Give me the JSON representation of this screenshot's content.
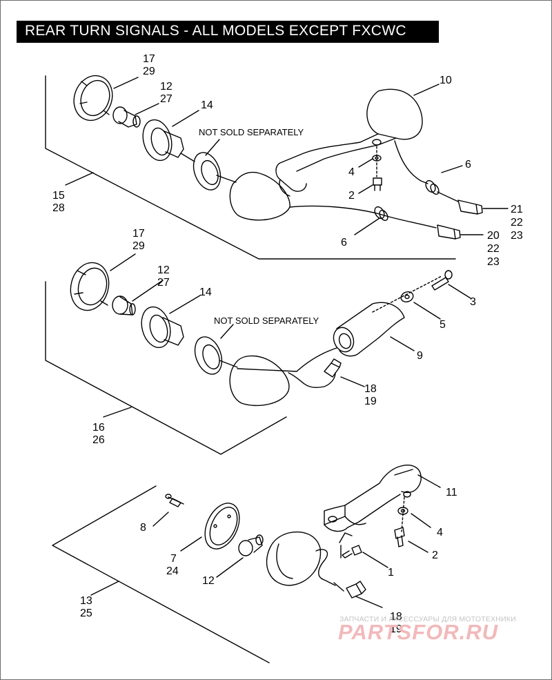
{
  "title": "REAR TURN SIGNALS - ALL MODELS EXCEPT FXCWC",
  "notes": {
    "group_a": "NOT SOLD SEPARATELY",
    "group_b": "NOT SOLD SEPARATELY"
  },
  "callouts": {
    "a_17_29": [
      "17",
      "29"
    ],
    "a_12_27": [
      "12",
      "27"
    ],
    "a_14": [
      "14"
    ],
    "a_10": [
      "10"
    ],
    "a_6_top": [
      "6"
    ],
    "a_4": [
      "4"
    ],
    "a_2": [
      "2"
    ],
    "a_21": [
      "21",
      "22",
      "23"
    ],
    "a_20": [
      "20",
      "22",
      "23"
    ],
    "a_6_bottom": [
      "6"
    ],
    "a_15_28": [
      "15",
      "28"
    ],
    "b_17_29": [
      "17",
      "29"
    ],
    "b_12_27": [
      "12",
      "27"
    ],
    "b_14": [
      "14"
    ],
    "b_3": [
      "3"
    ],
    "b_5": [
      "5"
    ],
    "b_9": [
      "9"
    ],
    "b_18_19": [
      "18",
      "19"
    ],
    "b_16_26": [
      "16",
      "26"
    ],
    "c_11": [
      "11"
    ],
    "c_8": [
      "8"
    ],
    "c_4": [
      "4"
    ],
    "c_2": [
      "2"
    ],
    "c_7_24": [
      "7",
      "24"
    ],
    "c_1": [
      "1"
    ],
    "c_12": [
      "12"
    ],
    "c_13_25": [
      "13",
      "25"
    ],
    "c_18_19": [
      "18",
      "19"
    ]
  },
  "watermark": {
    "subtitle": "ЗАПЧАСТИ И АКСЕССУАРЫ ДЛЯ МОТОТЕХНИКИ",
    "logo": "PARTSFOR.RU"
  },
  "colors": {
    "title_background": "#000000",
    "title_text": "#ffffff",
    "line_art": "#000000",
    "watermark_logo": "#f1b9bb",
    "watermark_text": "#c4c4c4"
  }
}
